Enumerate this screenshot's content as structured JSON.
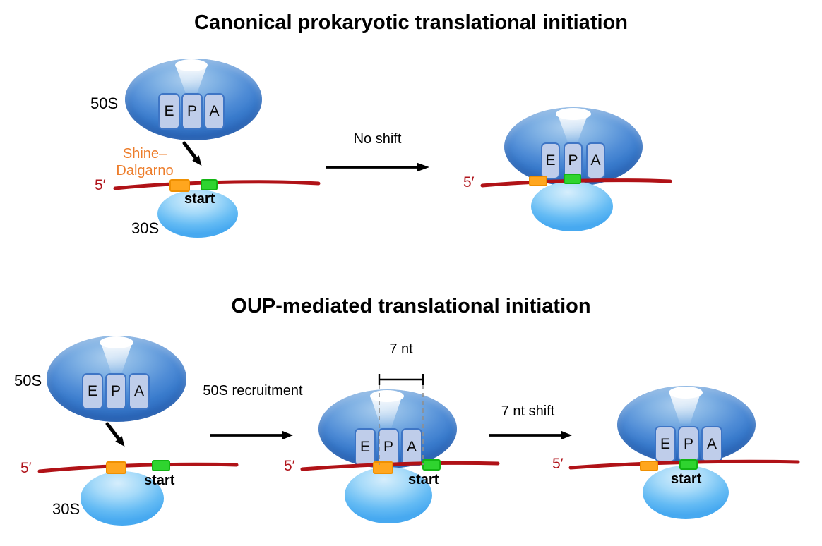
{
  "top": {
    "title": "Canonical prokaryotic translational initiation",
    "free_complex": {
      "large_subunit_label": "50S",
      "small_subunit_label": "30S",
      "shine_dalgarno_line1": "Shine–",
      "shine_dalgarno_line2": "Dalgarno",
      "five_prime_label": "5′",
      "start_label": "start",
      "sites": [
        "E",
        "P",
        "A"
      ]
    },
    "transition": {
      "label": "No shift"
    },
    "assembled_complex": {
      "five_prime_label": "5′",
      "sites": [
        "E",
        "P",
        "A"
      ]
    }
  },
  "bottom": {
    "title": "OUP-mediated translational initiation",
    "free_complex": {
      "large_subunit_label": "50S",
      "small_subunit_label": "30S",
      "five_prime_label": "5′",
      "start_label": "start",
      "sites": [
        "E",
        "P",
        "A"
      ]
    },
    "transition_recruitment": {
      "label": "50S recruitment"
    },
    "scanning_complex": {
      "distance_label": "7 nt",
      "five_prime_label": "5′",
      "start_label": "start",
      "sites": [
        "E",
        "P",
        "A"
      ]
    },
    "transition_shift": {
      "label": "7 nt shift"
    },
    "shifted_complex": {
      "five_prime_label": "5′",
      "start_label": "start",
      "sites": [
        "E",
        "P",
        "A"
      ]
    }
  },
  "colors": {
    "mrna": "#b01217",
    "five_prime_text": "#b0151c",
    "shine_dalgarno_text": "#ed7d2b",
    "shine_dalgarno_box": "#ffa61e",
    "shine_dalgarno_box_border": "#ef9002",
    "start_codon_box": "#2fd42f",
    "start_codon_box_border": "#13b513",
    "large_subunit": "#3a7ccd",
    "small_subunit": "#47a9f0",
    "site_box_fill": "#bfcdea",
    "site_box_border": "#3e75c5",
    "arrow": "#000000"
  }
}
